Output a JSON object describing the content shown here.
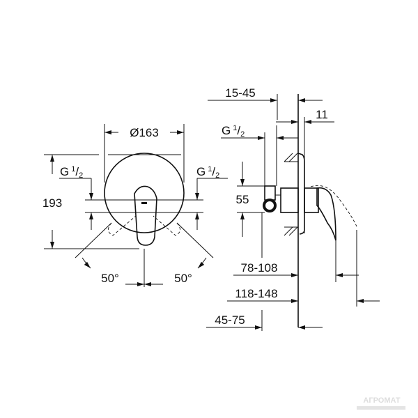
{
  "front_view": {
    "diameter": "Ø163",
    "height": "193",
    "thread_left": {
      "base": "G",
      "sup": "1",
      "sub": "2"
    },
    "thread_right": {
      "base": "G",
      "sup": "1",
      "sub": "2"
    },
    "angle_left": "50°",
    "angle_right": "50°"
  },
  "side_view": {
    "depth_range": "15-45",
    "plate": "11",
    "thread": {
      "base": "G",
      "sup": "1",
      "sub": "2"
    },
    "thread_spacing": "55",
    "dim_lever": "78-108",
    "dim_lever_max": "118-148",
    "dim_wall": "45-75"
  },
  "watermark": {
    "brand": "АГРОМАТ",
    "tagline": "интернет-магазин"
  }
}
